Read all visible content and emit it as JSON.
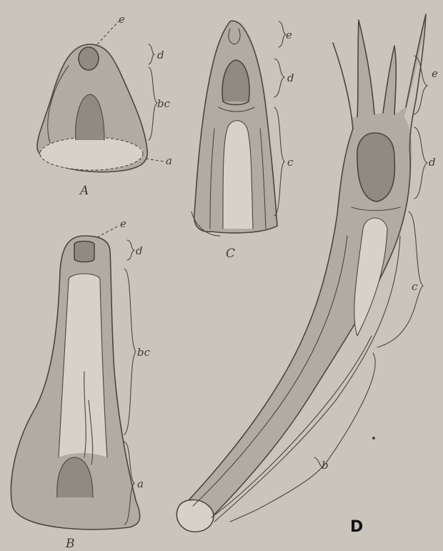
{
  "figures": {
    "A": {
      "caption": "A",
      "labels": {
        "e": "e",
        "d": "d",
        "bc": "bc",
        "a": "a"
      }
    },
    "B": {
      "caption": "B",
      "labels": {
        "e": "e",
        "d": "d",
        "bc": "bc",
        "a": "a"
      }
    },
    "C": {
      "caption": "C",
      "labels": {
        "e": "e",
        "d": "d",
        "c": "c"
      }
    },
    "D": {
      "caption": "D",
      "labels": {
        "e": "e",
        "d": "d",
        "c": "c",
        "b": "b"
      }
    }
  }
}
